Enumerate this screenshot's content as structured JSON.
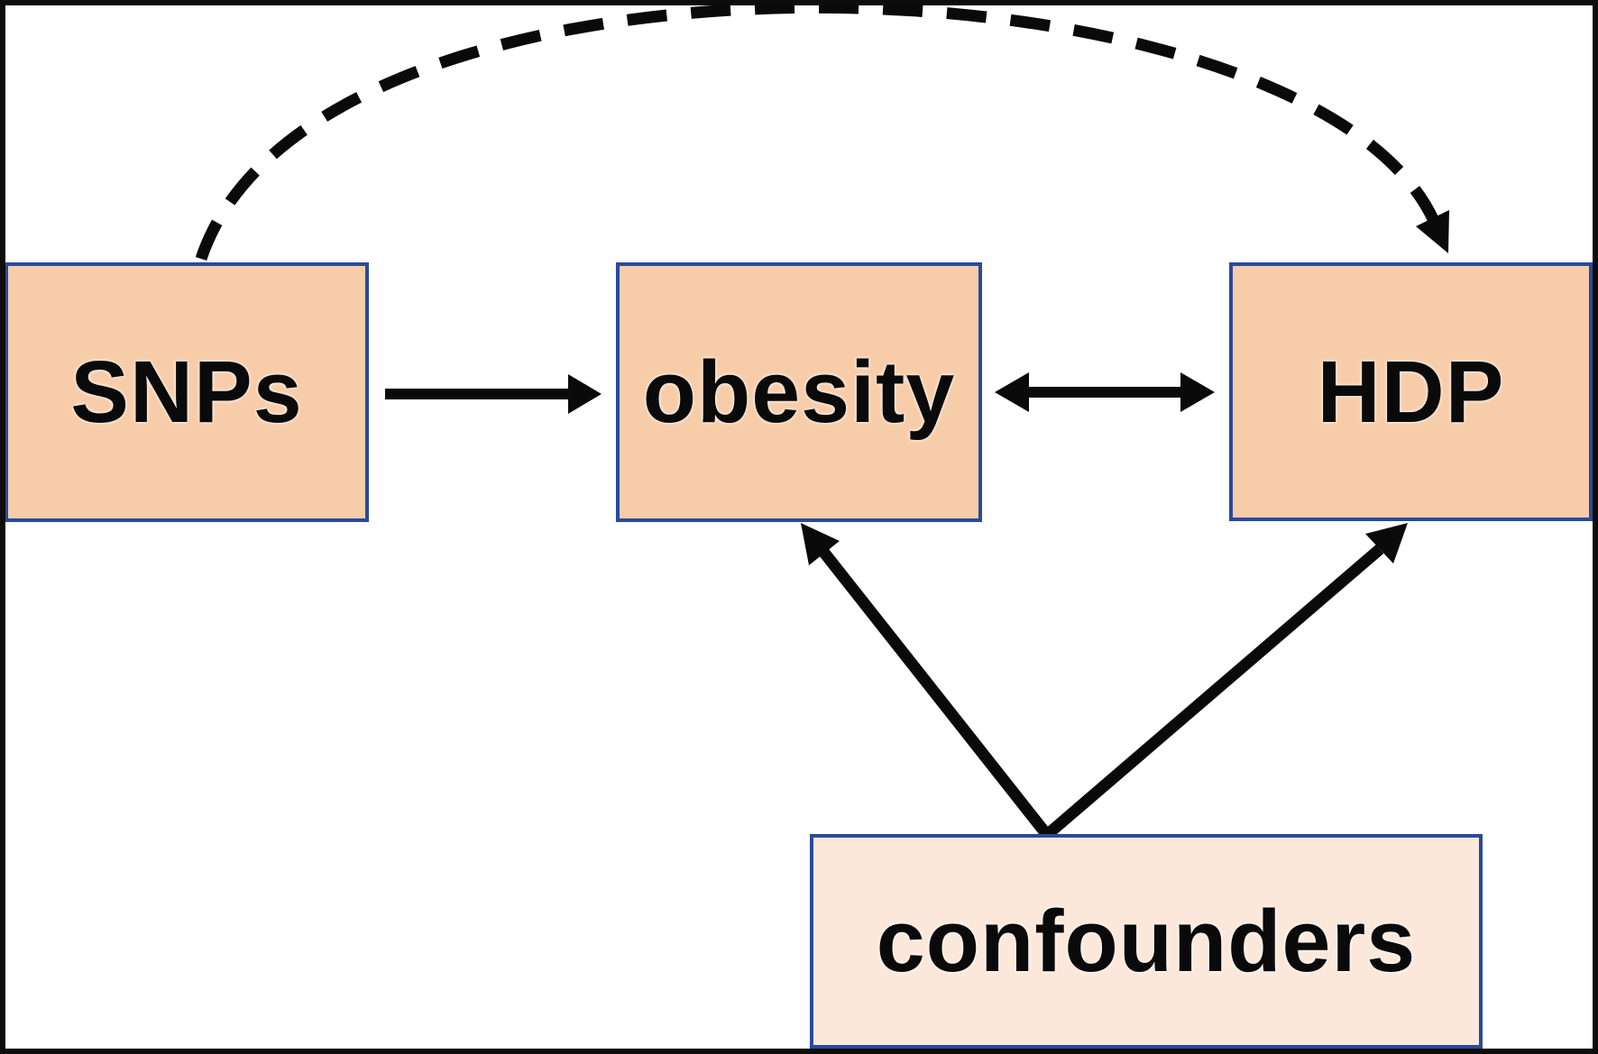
{
  "diagram": {
    "type": "causal-dag",
    "nodes": {
      "snps": {
        "label": "SNPs"
      },
      "obesity": {
        "label": "obesity"
      },
      "hdp": {
        "label": "HDP"
      },
      "confounders": {
        "label": "confounders"
      }
    },
    "edges": [
      {
        "from": "SNPs",
        "to": "obesity",
        "style": "solid",
        "direction": "one-way"
      },
      {
        "from": "obesity",
        "to": "HDP",
        "style": "solid",
        "direction": "two-way"
      },
      {
        "from": "confounders",
        "to": "obesity",
        "style": "solid",
        "direction": "one-way"
      },
      {
        "from": "confounders",
        "to": "HDP",
        "style": "solid",
        "direction": "one-way"
      },
      {
        "from": "SNPs",
        "to": "HDP",
        "style": "dashed",
        "direction": "one-way"
      }
    ],
    "colors": {
      "background": "#ffffff",
      "frame": "#0d0d0d",
      "node_fill": "#f7cca9",
      "confounder_fill": "#fbe8da",
      "node_border": "#2b4a9b",
      "arrow": "#0a0a0a",
      "text": "#0a0a0a"
    }
  }
}
